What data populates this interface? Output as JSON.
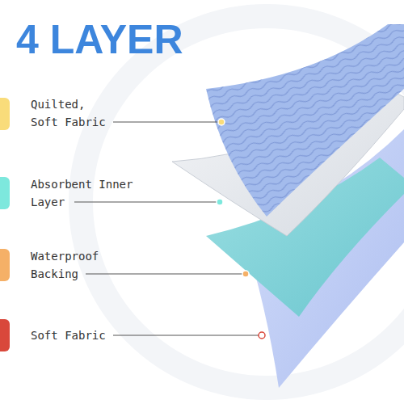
{
  "diagram": {
    "title": "4 LAYER",
    "labels": [
      "Quilted, Soft Fabric",
      "Absorbent Inner Layer",
      "Waterproof Backing",
      "Soft Fabric"
    ]
  }
}
